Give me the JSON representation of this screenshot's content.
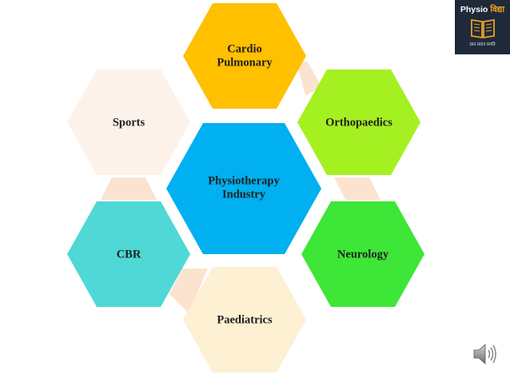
{
  "diagram": {
    "center": {
      "label_lines": [
        "Physiotherapy",
        "Industry"
      ],
      "color": "#00b0f0"
    },
    "nodes": [
      {
        "id": "cardio",
        "label_lines": [
          "Cardio",
          "Pulmonary"
        ],
        "color": "#ffc000"
      },
      {
        "id": "sports",
        "label_lines": [
          "Sports"
        ],
        "color": "#fdf2ea"
      },
      {
        "id": "orthopaedics",
        "label_lines": [
          "Orthopaedics"
        ],
        "color": "#a5f021"
      },
      {
        "id": "cbr",
        "label_lines": [
          "CBR"
        ],
        "color": "#4fd8d5"
      },
      {
        "id": "neurology",
        "label_lines": [
          "Neurology"
        ],
        "color": "#3ee637"
      },
      {
        "id": "paediatrics",
        "label_lines": [
          "Paediatrics"
        ],
        "color": "#fdf0d3"
      }
    ],
    "connector_color": "#fbe3cf"
  },
  "logo": {
    "title_latin": "Physio",
    "title_devanagari": "विद्या",
    "tagline": "ज्ञान प्रदान प्रगति",
    "accent": "#f0a020",
    "background": "#1e2a3a"
  },
  "speaker_icon": "speaker-icon"
}
